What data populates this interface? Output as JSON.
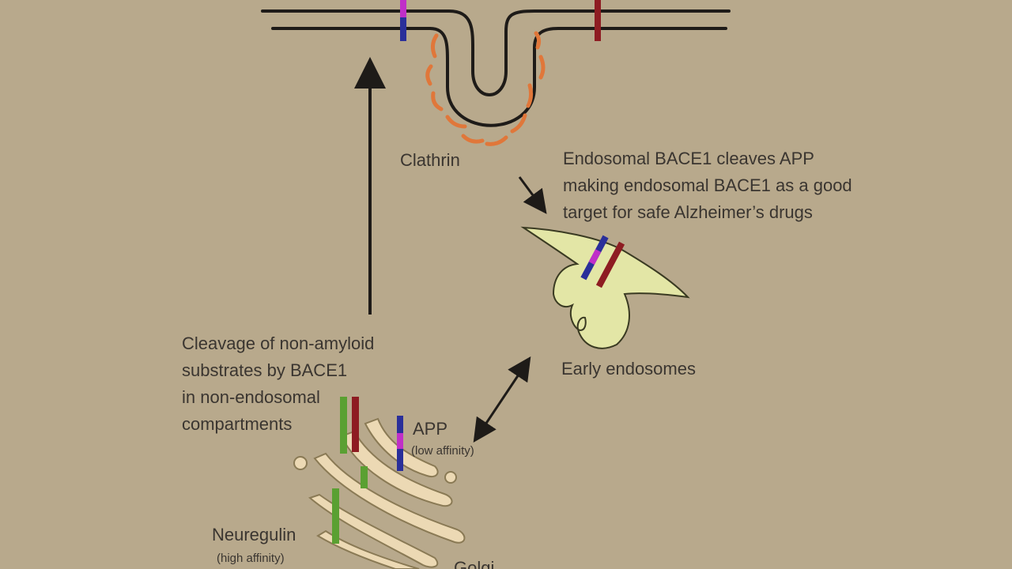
{
  "labels": {
    "clathrin": "Clathrin",
    "endosomal_note": [
      "Endosomal BACE1 cleaves APP",
      "making endosomal BACE1 as a good",
      "target for safe Alzheimer’s drugs"
    ],
    "early_endosomes": "Early endosomes",
    "cleavage_note": [
      "Cleavage of non-amyloid",
      "substrates by BACE1",
      "in non-endosomal",
      "compartments"
    ],
    "app": "APP",
    "app_affinity": "(low affinity)",
    "neuregulin": "Neuregulin",
    "neuregulin_affinity": "(high affinity)",
    "golgi_partial": "Golgi"
  },
  "colors": {
    "background": "#b8a98c",
    "membrane": "#1e1b18",
    "clathrin": "#e0773a",
    "app_blue": "#2a2f9a",
    "app_magenta": "#c02fc8",
    "bace1_red": "#8e1c22",
    "neuregulin_green": "#5aa032",
    "endosome_fill": "#e3e6a6",
    "golgi_fill": "#ecd9b4",
    "golgi_edge": "#8a7a55",
    "text": "#3a3530"
  }
}
